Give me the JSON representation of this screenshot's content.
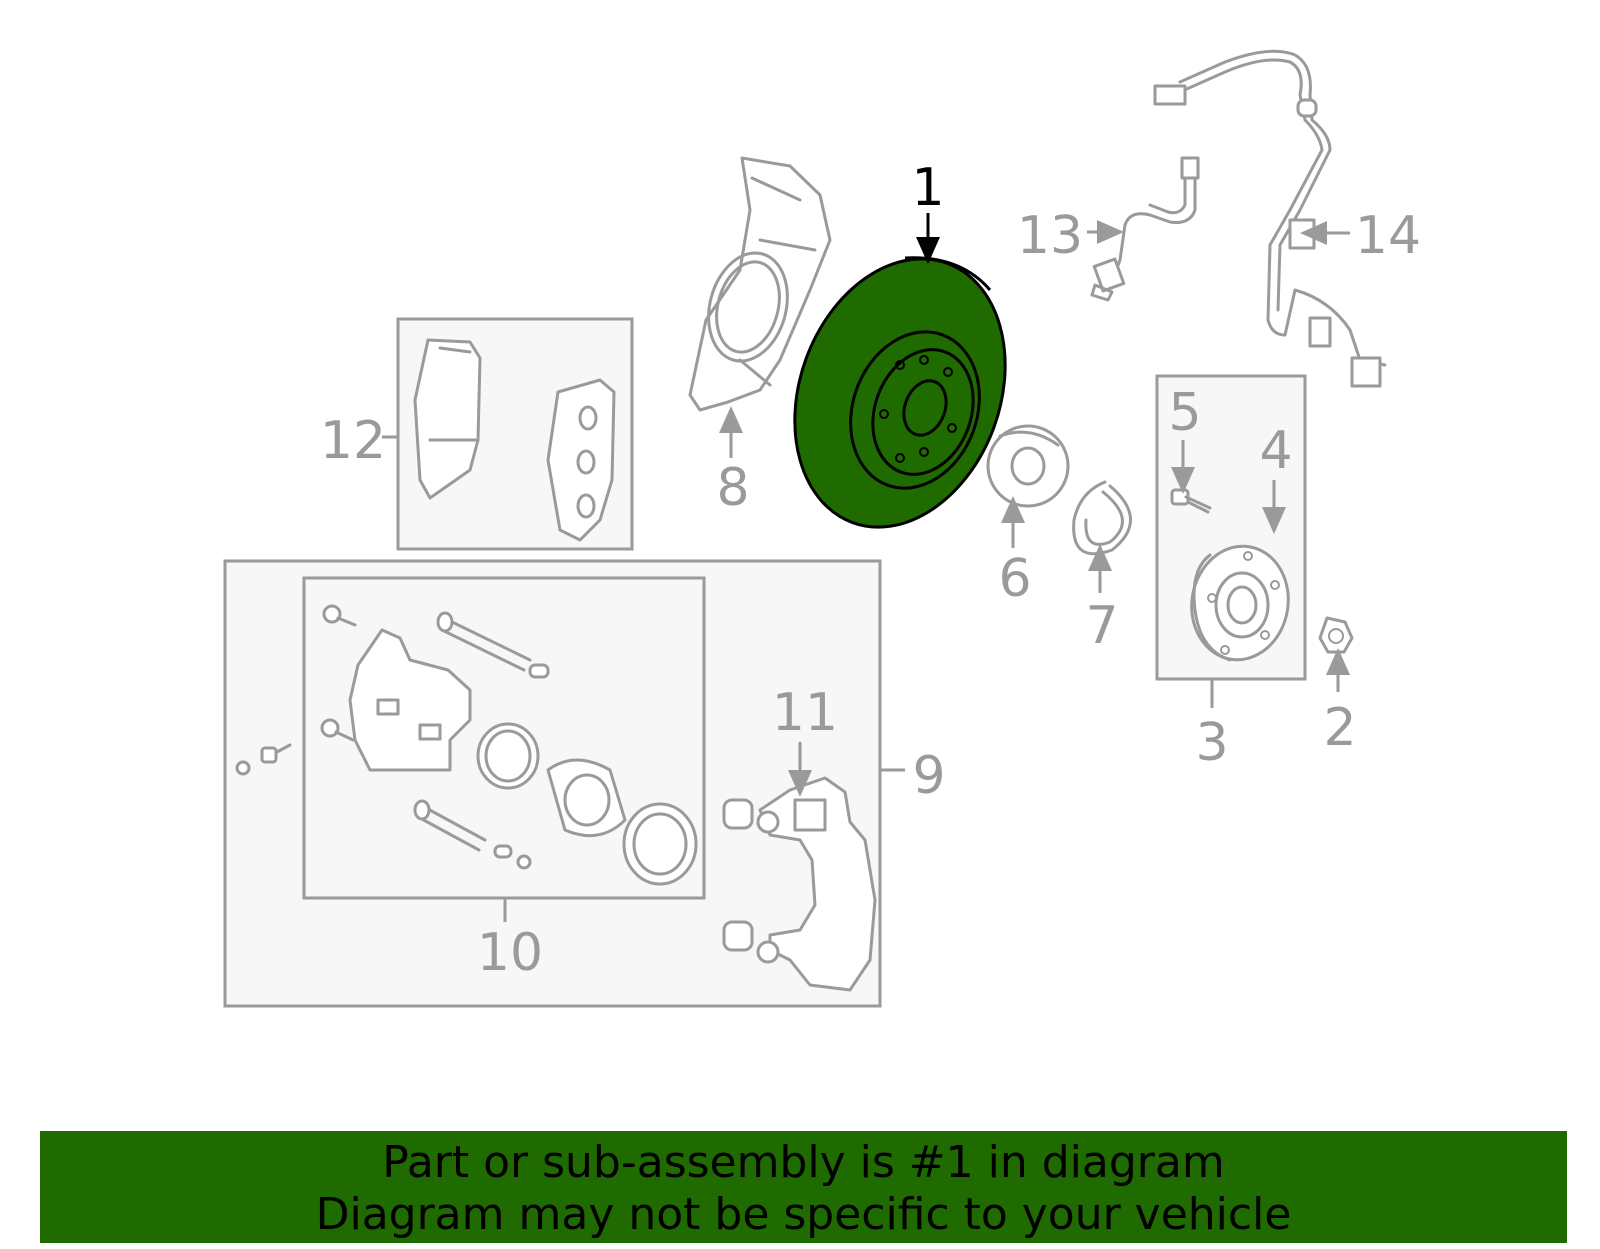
{
  "colors": {
    "highlight": "#1f6b00",
    "part_line": "#9a9a9a",
    "box_fill": "#f7f7f7",
    "highlight_label": "#000000"
  },
  "callouts": {
    "c1": "1",
    "c2": "2",
    "c3": "3",
    "c4": "4",
    "c5": "5",
    "c6": "6",
    "c7": "7",
    "c8": "8",
    "c9": "9",
    "c10": "10",
    "c11": "11",
    "c12": "12",
    "c13": "13",
    "c14": "14"
  },
  "highlighted_part": "1",
  "banner": {
    "line1": "Part or sub-assembly is #1 in diagram",
    "line2": "Diagram may not be specific to your vehicle"
  }
}
